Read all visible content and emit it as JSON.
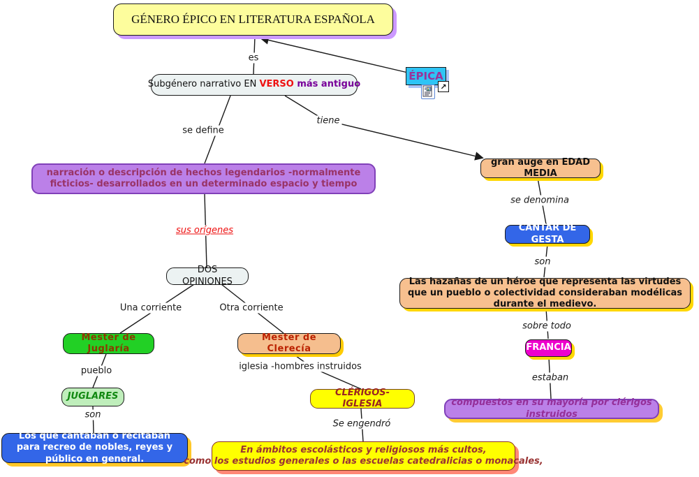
{
  "nodes": {
    "title": {
      "text": "GÉNERO ÉPICO EN LITERATURA ESPAÑOLA"
    },
    "subgenero": {
      "part1": "Subgénero narrativo EN ",
      "part2": "VERSO",
      "part3": " más antiguo"
    },
    "epica": {
      "text": "ÉPICA"
    },
    "narracion": {
      "text": "narración o descripción de hechos legendarios -normalmente ficticios- desarrollados en un determinado espacio y tiempo"
    },
    "dos_opiniones": {
      "text": "DOS OPINIONES"
    },
    "juglaria": {
      "text": "Mester de Juglaría"
    },
    "clerecia": {
      "text": "Mester de Clerecía"
    },
    "juglares": {
      "text": "JUGLARES"
    },
    "clerigos": {
      "text": "CLÉRIGOS-IGLESIA"
    },
    "juglares_desc": {
      "text": "Los que cantaban o recitaban para recreo de nobles, reyes y público en general."
    },
    "clerigos_desc": {
      "line1": "En ámbitos escolásticos y religiosos más cultos,",
      "line2": "como los estudios generales o las escuelas catedralicias o monacales,"
    },
    "gran_auge": {
      "text": "gran auge en EDAD MEDIA"
    },
    "cantar_gesta": {
      "text": "CANTAR DE GESTA"
    },
    "hazanas": {
      "text": "Las hazañas de un héroe que representa las virtudes que un pueblo o colectividad consideraban modélicas durante el medievo."
    },
    "francia": {
      "text": "FRANCIA"
    },
    "compuestos": {
      "text": "compuestos en su mayoría por clérigos instruidos"
    }
  },
  "links": {
    "es": "es",
    "se_define": "se define",
    "tiene": "tiene",
    "sus_origenes": "sus orígenes",
    "una_corriente": "Una corriente",
    "otra_corriente": "Otra corriente",
    "pueblo": "pueblo",
    "iglesia": "iglesia -hombres instruidos",
    "son_left": "son",
    "se_engendro": "Se engendró",
    "se_denomina": "se denomina",
    "son_right": "son",
    "sobre_todo": "sobre todo",
    "estaban": "estaban"
  },
  "icons": {
    "resource_icon": "document-image-resource",
    "open_link_icon": "↗"
  },
  "colors": {
    "title_bg": "#fdfd9d",
    "title_shadow": "#cc99ff",
    "plain_bg": "#ecf2f2",
    "epica_bg": "#2ec4f5",
    "epica_text": "#993399",
    "purple_bg": "#bb80e8",
    "purple_text": "#993366",
    "green_bg": "#22d025",
    "green_text": "#8b3a00",
    "tan_bg": "#f5be8e",
    "tan_text": "#bb2200",
    "ltgreen_bg": "#bfeebb",
    "ltgreen_text": "#118811",
    "yellow_bg": "#ffff00",
    "yellow_text": "#992222",
    "blue_bg": "#3366e8",
    "blue_shadow": "#ffc829",
    "peach_bg": "#f7c08f",
    "gold_shadow": "#ffd700",
    "magenta_bg": "#ee00cc",
    "red_label": "#ee1111",
    "line_color": "#1a1a1a"
  }
}
